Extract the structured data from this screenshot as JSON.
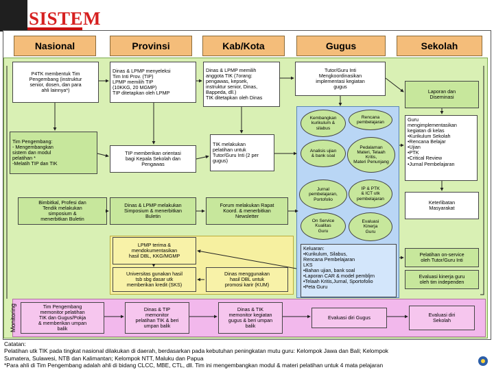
{
  "page_title": "SISTEM",
  "headers": [
    "Nasional",
    "Provinsi",
    "Kab/Kota",
    "Gugus",
    "Sekolah"
  ],
  "nasional": {
    "p4tk": "P4TK membentuk Tim\nPengembang (instruktur\nsenior, dosen, dan para\nahli lainnya*)",
    "tim_pengembang": "Tim Pengembang:\n- Mengembangkan\nsistem dan modul\npelatihan *\n-Melatih TIP dan TIK",
    "bimbingan": "Bimbitkal, Profesi dan\nTendik melakukan\nsimposium &\nmenerbitkan Buletin",
    "monitor": "Tim Pengembang\nmemonitor pelatihan\nTIK dan Gugus/Pokja\n& memberikan umpan\nbalik"
  },
  "provinsi": {
    "seleksi": "Dinas & LPMP menyeleksi\nTim Inti Prov. (TIP)\nLPMP memilih TIP\n(10KKG, 20 MGMP)\nTIP ditetapkan oleh LPMP",
    "orientasi": "TIP memberikan orientasi\nbagi Kepala Sekolah dan\nPengawas",
    "simposium": "Dinas & LPMP melakukan\nSimposium & menerbitkan\nBuletin",
    "dokumentasi": "LPMP terima &\nmendokumentasikan\nhasil DBL, KKG/MGMP",
    "universitas": "Universitas gunakan hasil\ntsb sbg dasar utk\nmemberikan kredit (SKS)",
    "monitor": "Dinas & TIP\nmemonitor\npelatihan TIK & beri\numpan balik"
  },
  "kabkota": {
    "pilih": "Dinas & LPMP memilih\nanggota TIK (7orang:\npengawas, kepsek,\ninstruktur senior, Dinas,\nBappeda, dll.)\nTIK ditetapkan oleh Dinas",
    "tik_pelatihan": "TIK melakukan\npelatihan untuk\nTutor/Guru Inti (2 per\ngugus)",
    "forum": "Forum melakukan Rapat\nKoord. & menerbitkan\nNewsletter",
    "dinas_hasil": "Dinas menggunakan\nhasil DBL untuk\npromosi karir (KUM)",
    "monitor": "Dinas & TIK\nmemonitor kegiatan\ngugus & beri umpan\nbalik"
  },
  "gugus": {
    "tutor": "Tutor/Guru Inti\nMengkoordinasikan\nimplementasi kegiatan\ngugus",
    "ovals": {
      "kembangkan": "Kembangkan\nkurikulum &\nsilabus",
      "rencana": "Rencana\npembelajaran",
      "analisis": "Analisis ujian\n& bank soal",
      "pedalaman": "Pedalaman\nMateri, Telaah\nKritis,\nMateri Penunjang",
      "jurnal": "Jurnal\npembelajaran,\nPortofolio",
      "ipk": "IP & PTK\n& ICT utk\npembelajaran",
      "onservice": "On Service\nKualitas\nGuru",
      "evaluasi": "Evaluasi\nKinerja\nGuru"
    },
    "keluaran": "Keluaran:\n•Kurikulum, Silabus,\n Rencana Pembelajaran\nLKS\n•Bahan ujian, bank soal\n•Laporan CAR & model pembljrn\n•Telaah Kritis,Jurnal, Sportofolio\n•Peta Guru",
    "evaluasi_diri": "Evaluasi diri Gugus"
  },
  "sekolah": {
    "laporan": "Laporan dan\nDiseminasi",
    "guru": "Guru\nmengimplementasikan\nkegiatan di kelas\n•Kurikulum Sekolah\n•Rencana Belajar\n•Ujian\n•PTK\n•Critical Review\n•Jurnal Pembelajaran",
    "keterlibatan": "Keterlibatan\nMasyarakat",
    "pelatihan": "Pelatihan on-service\noleh Tutor/Guru Inti",
    "evaluasi_kinerja": "Evaluasi kinerja guru\noleh tim independen",
    "evaluasi_diri": "Evaluasi diri\nSekolah"
  },
  "monitoring_label": "Monitoring",
  "notes": [
    "Catatan:",
    "Pelatihan utk TIK pada tingkat nasional dilakukan di daerah, berdasarkan pada kebutuhan peningkatan mutu guru: Kelompok Jawa dan Bali; Kelompok",
    "Sumatera, Sulawesi, NTB dan Kalimantan; Kelompok NTT, Maluku dan Papua",
    "*Para ahli di Tim Pengembang adalah ahli di bidang CLCC, MBE, CTL, dll. Tim ini mengembangkan modul & materi pelatihan untuk 4 mata pelajaran"
  ],
  "colors": {
    "title": "#d62020",
    "header": "#f4bd7a",
    "green_area": "#d9f0b4",
    "blue_column": "#b9d6f5",
    "pink_strip": "#f2b8ec",
    "yellow_group": "#f6f0a0"
  }
}
